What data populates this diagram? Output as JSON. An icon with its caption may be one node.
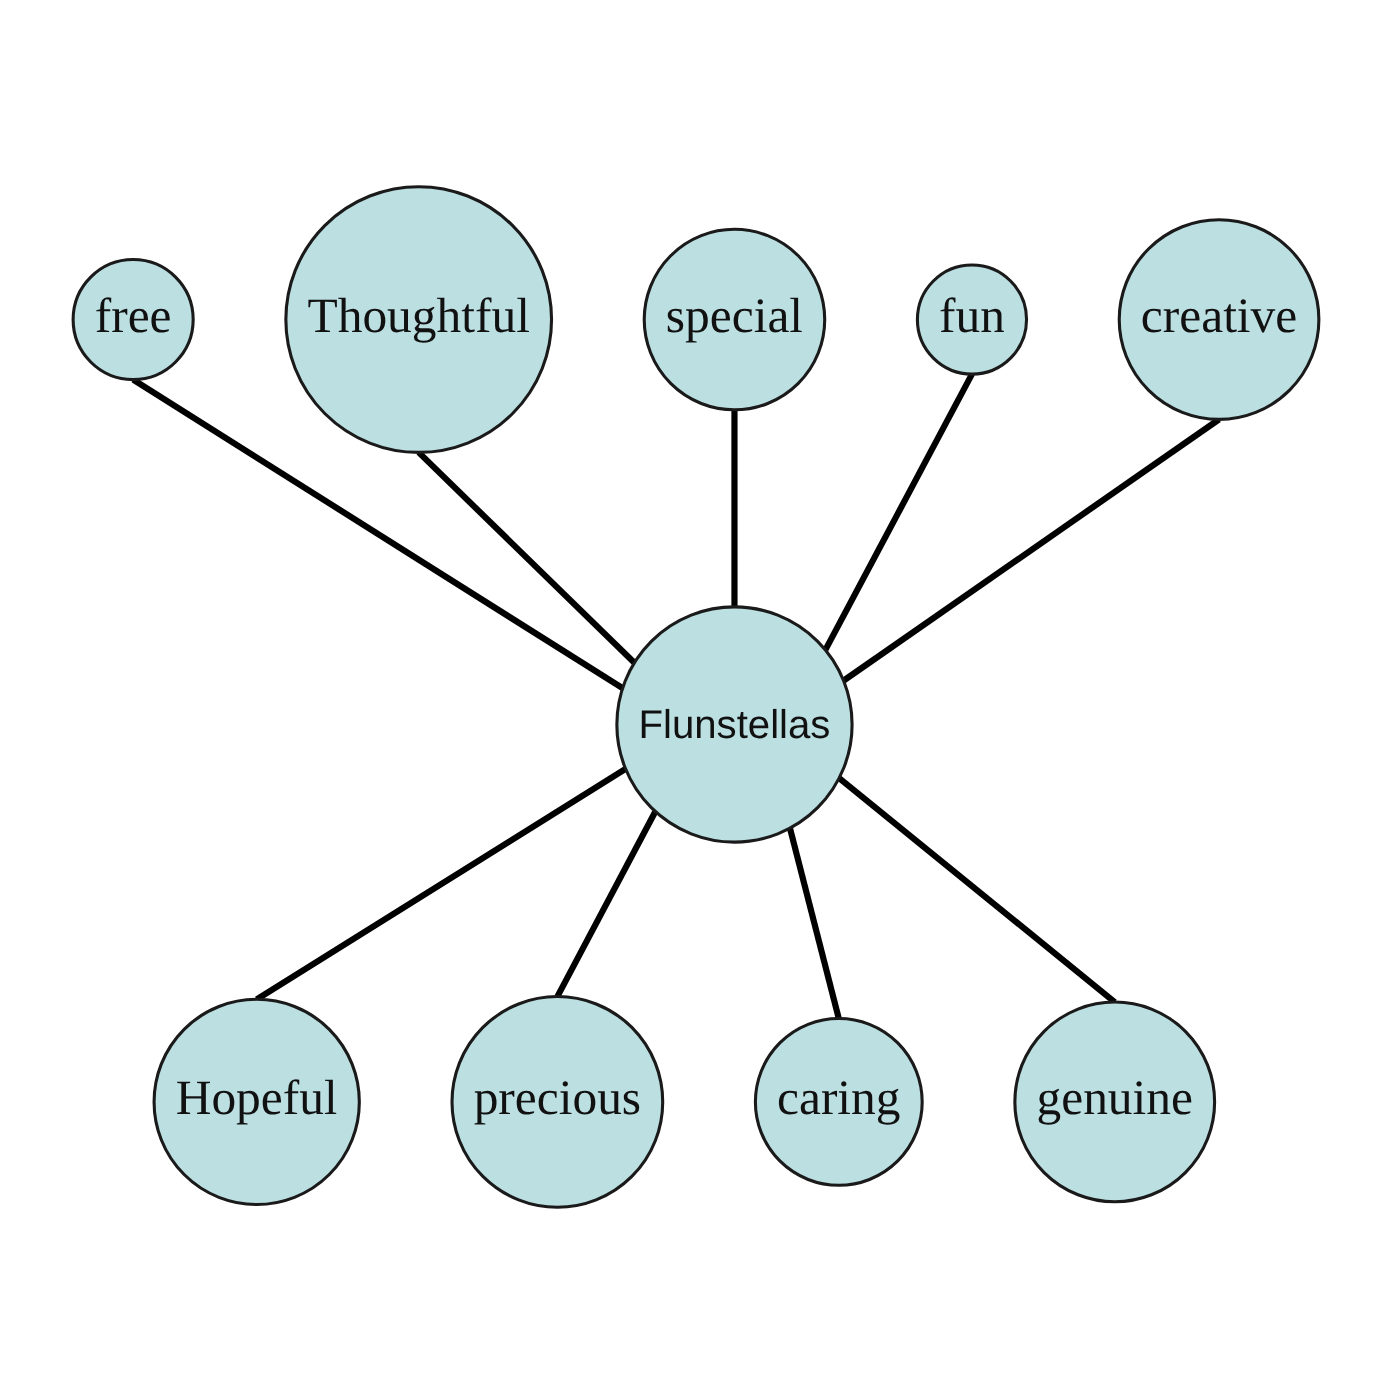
{
  "diagram": {
    "nodes": [
      {
        "text": [
          "Flunstellas"
        ]
      },
      {
        "text": [
          "special"
        ]
      },
      {
        "text": [
          "Thoughtful"
        ]
      },
      {
        "text": [
          "fun"
        ]
      },
      {
        "text": [
          "free"
        ]
      },
      {
        "text": [
          "creative"
        ]
      },
      {
        "text": [
          "Hopeful"
        ]
      },
      {
        "text": [
          "genuine"
        ]
      },
      {
        "text": [
          "precious"
        ]
      },
      {
        "text": [
          "caring"
        ]
      }
    ],
    "edges": [
      {
        "from": 4,
        "to": 0,
        "arrow": "none"
      },
      {
        "from": 2,
        "to": 0,
        "arrow": "none"
      },
      {
        "from": 1,
        "to": 0,
        "arrow": "none"
      },
      {
        "from": 3,
        "to": 0,
        "arrow": "none"
      },
      {
        "from": 5,
        "to": 0,
        "arrow": "none"
      },
      {
        "from": 0,
        "to": 6,
        "arrow": "none"
      },
      {
        "from": 0,
        "to": 8,
        "arrow": "none"
      },
      {
        "from": 0,
        "to": 9,
        "arrow": "none"
      },
      {
        "from": 0,
        "to": 7,
        "arrow": "none"
      }
    ]
  }
}
